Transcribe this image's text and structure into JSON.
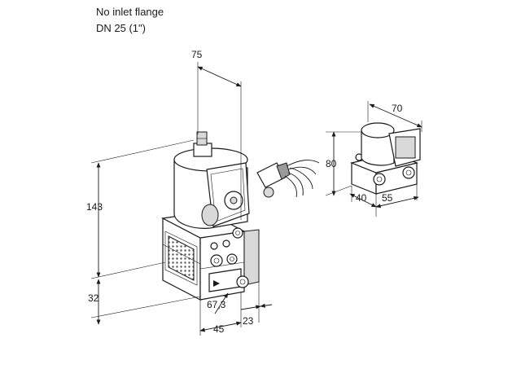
{
  "caption": {
    "line1": "No inlet flange",
    "line2": "DN 25 (1\")"
  },
  "dimensions": {
    "main_top_width": "75",
    "main_height": "143",
    "main_base_height": "32",
    "main_depth": "67,3",
    "main_width": "45",
    "main_side": "23",
    "small_width": "70",
    "small_height": "80",
    "small_depth": "40",
    "small_length": "55"
  }
}
